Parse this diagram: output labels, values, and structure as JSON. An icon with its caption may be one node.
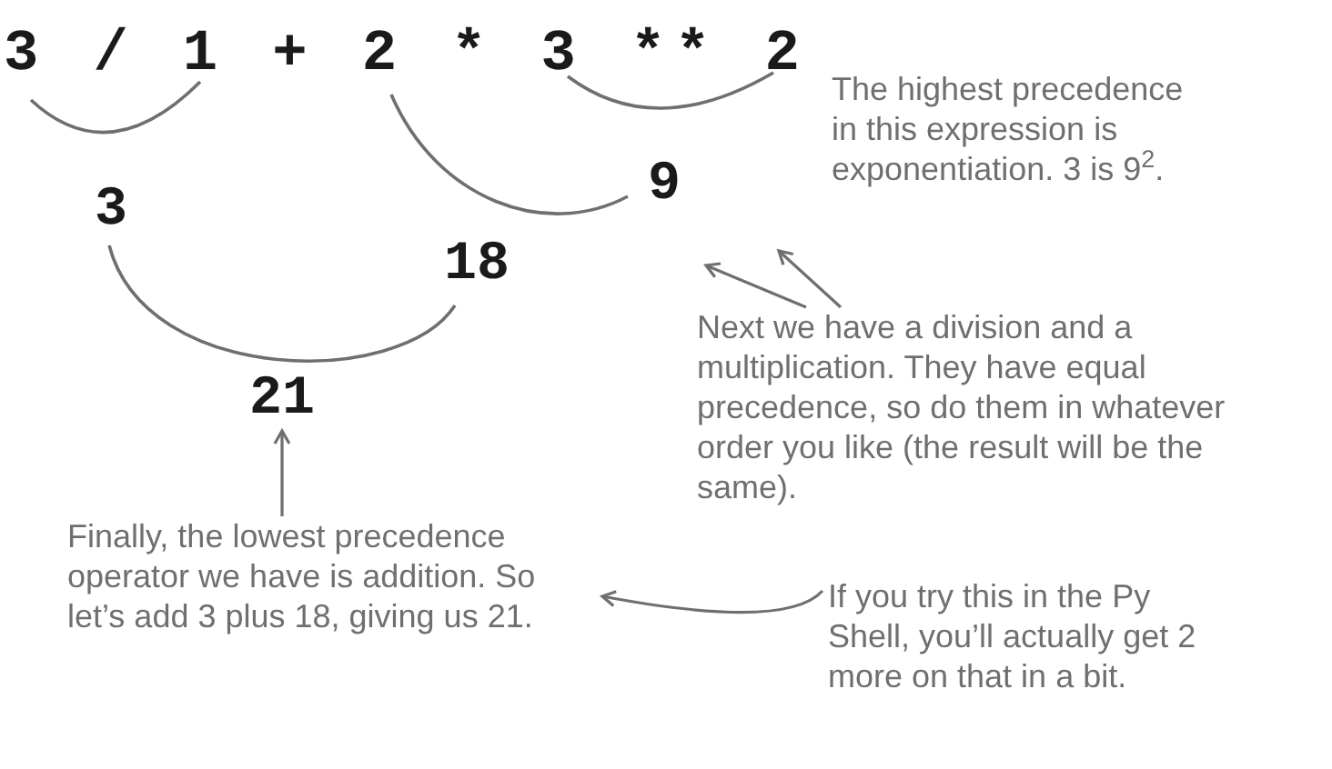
{
  "diagram": {
    "nodes": [
      {
        "text": [
          "The highest precedence in this expression is exponentiation. 3 is 9$^{2}$."
        ]
      },
      {
        "text": [
          "Next we have a division and a multiplication. They have equal precedence, so do them in whatever order you like (the result will be the same)."
        ]
      },
      {
        "text": [
          "21"
        ]
      },
      {
        "text": [
          "Finally, the lowest precedence operator we have is addition. So let’s add 3 plus 18, giving us 21."
        ]
      },
      {
        "text": [
          "If you try this in the Py Shell, you’ll actually get 2 more on that in a bit."
        ]
      }
    ],
    "edges": [
      {
        "from": 1,
        "to": null,
        "arrow": "to"
      },
      {
        "from": 1,
        "to": null,
        "arrow": "to"
      },
      {
        "from": 3,
        "to": 2,
        "arrow": "to"
      },
      {
        "from": 4,
        "to": 3,
        "arrow": "to"
      }
    ],
    "labels": [
      "3 / 1 + 2 * 3 ** 2",
      "3",
      "9",
      "18"
    ]
  }
}
